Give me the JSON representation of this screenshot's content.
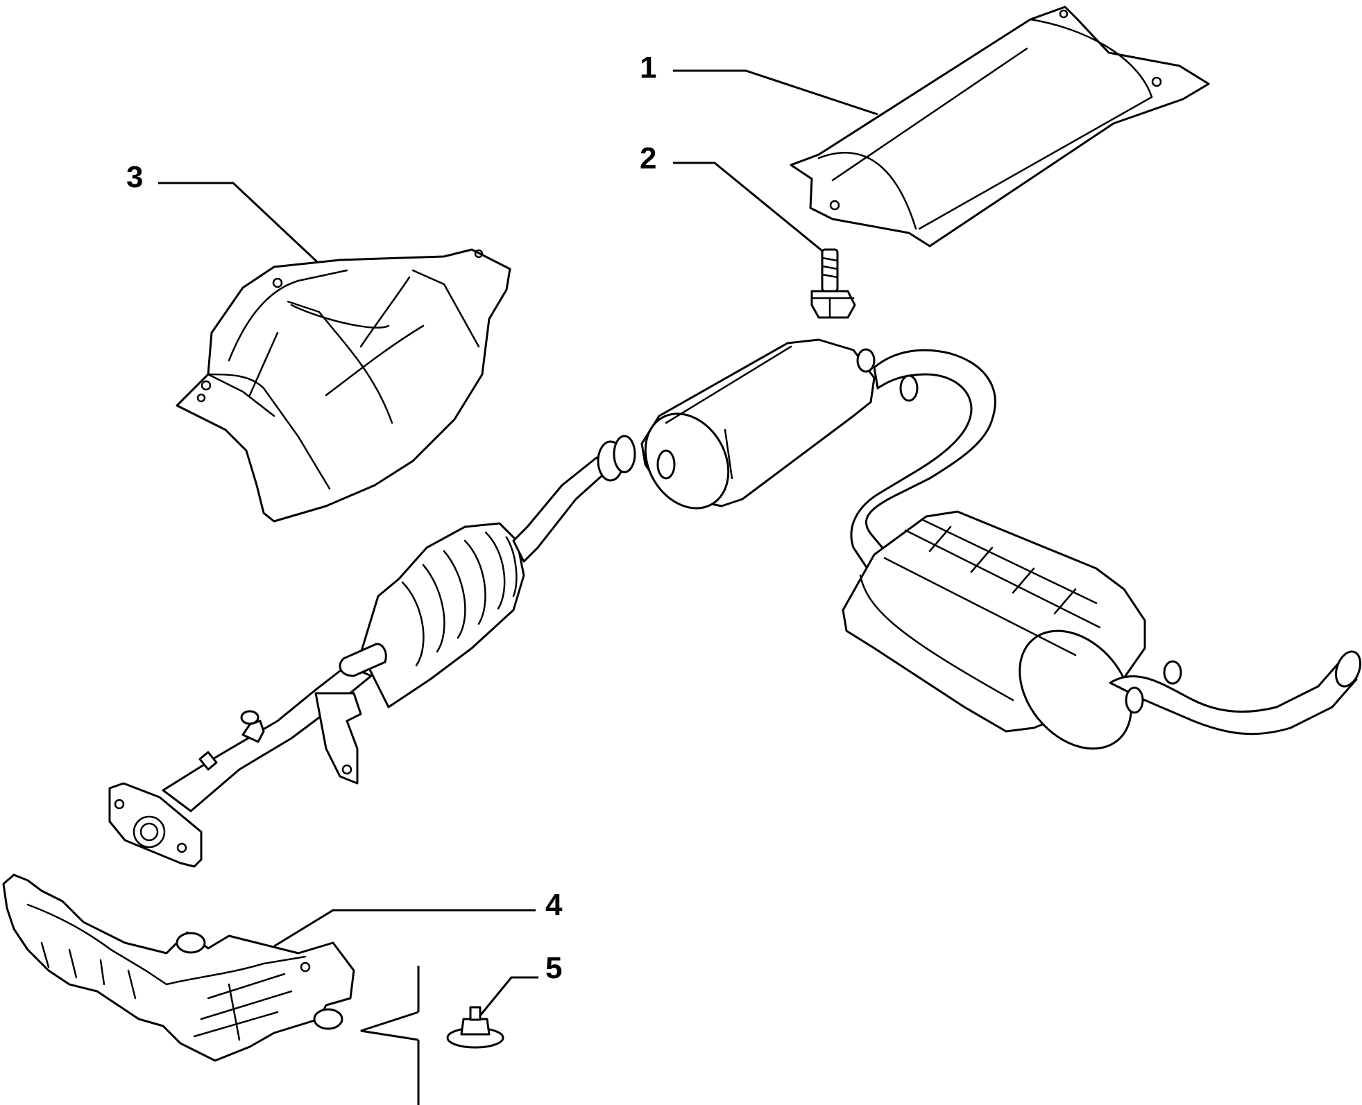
{
  "callouts": [
    {
      "id": "1",
      "label": "1"
    },
    {
      "id": "2",
      "label": "2"
    },
    {
      "id": "3",
      "label": "3"
    },
    {
      "id": "4",
      "label": "4"
    },
    {
      "id": "5",
      "label": "5"
    }
  ],
  "parts": [
    {
      "callout": "1",
      "icon": "heat-shield-icon"
    },
    {
      "callout": "2",
      "icon": "bolt-icon"
    },
    {
      "callout": "3",
      "icon": "heat-shield-icon"
    },
    {
      "callout": "4",
      "icon": "heat-shield-icon"
    },
    {
      "callout": "5",
      "icon": "flange-nut-icon"
    }
  ],
  "colors": {
    "line": "#000000",
    "background": "#ffffff"
  }
}
